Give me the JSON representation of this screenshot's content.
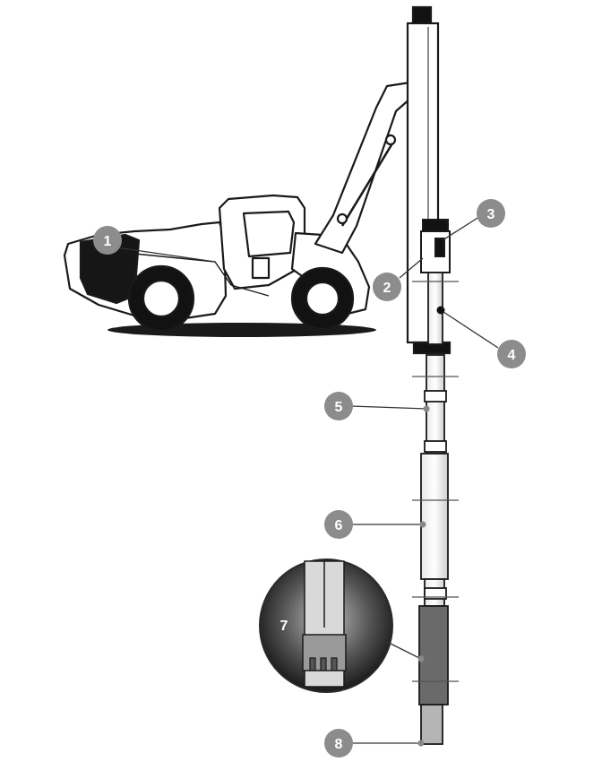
{
  "diagram": {
    "callouts": [
      {
        "id": "1",
        "label": "1"
      },
      {
        "id": "2",
        "label": "2"
      },
      {
        "id": "3",
        "label": "3"
      },
      {
        "id": "4",
        "label": "4"
      },
      {
        "id": "5",
        "label": "5"
      },
      {
        "id": "6",
        "label": "6"
      },
      {
        "id": "7",
        "label": "7"
      },
      {
        "id": "8",
        "label": "8"
      }
    ],
    "colors": {
      "callout_fill": "#8c8c8c",
      "line": "#1a1a1a",
      "dark": "#111111",
      "body": "#ffffff"
    }
  }
}
